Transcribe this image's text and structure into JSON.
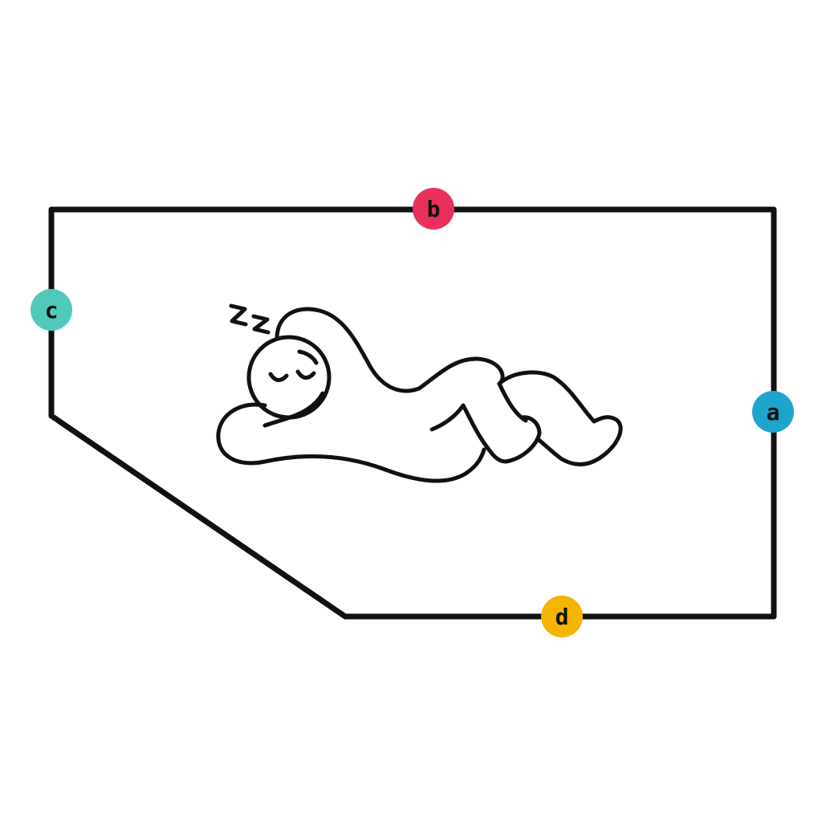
{
  "markers": [
    {
      "id": "a",
      "label": "a",
      "color": "#1FA4CC"
    },
    {
      "id": "b",
      "label": "b",
      "color": "#E8305A"
    },
    {
      "id": "c",
      "label": "c",
      "color": "#4FCABA"
    },
    {
      "id": "d",
      "label": "d",
      "color": "#F4B400"
    }
  ],
  "figure": {
    "icon": "sleeping-person-icon",
    "sleep_icon": "zz-icon"
  }
}
